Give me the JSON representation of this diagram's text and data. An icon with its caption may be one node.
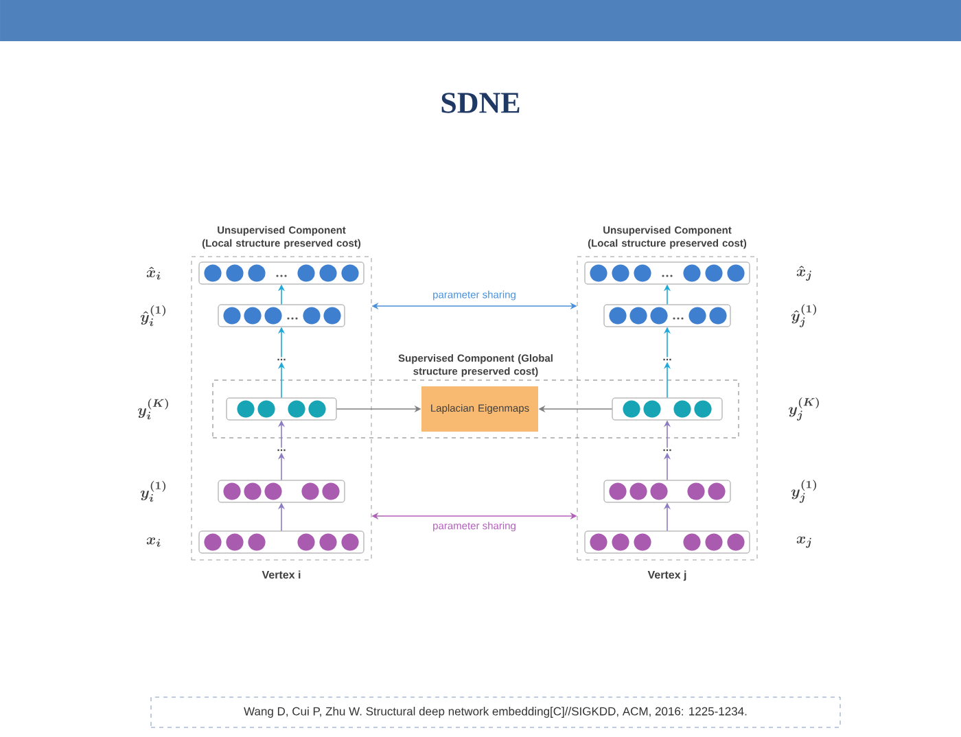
{
  "diagram": {
    "title": "SDNE",
    "caption": "Wang D, Cui P, Zhu W. Structural deep network embedding[C]//SIGKDD, ACM, 2016: 1225-1234.",
    "nodes": [
      {
        "text": [
          "Unsupervised Component (Local structure preserved cost)"
        ],
        "beside": [
          "Vertex i"
        ]
      },
      {
        "text": [
          "Unsupervised Component (Local structure preserved cost)"
        ],
        "beside": [
          "Vertex j"
        ]
      },
      {
        "text": [
          "Supervised Component (Global structure preserved cost)"
        ]
      },
      {
        "text": [
          "Laplacian Eigenmaps"
        ],
        "in": 2
      },
      {
        "text": [],
        "shape": "box",
        "in": 0
      },
      {
        "text": [],
        "shape": "box",
        "in": 0
      },
      {
        "text": [
          "..."
        ],
        "in": 0
      },
      {
        "text": [],
        "shape": "box"
      },
      {
        "text": [
          "..."
        ],
        "in": 0
      },
      {
        "text": [],
        "shape": "box",
        "in": 0
      },
      {
        "text": [],
        "shape": "box",
        "in": 0
      },
      {
        "text": [],
        "shape": "box",
        "in": 1
      },
      {
        "text": [],
        "shape": "box",
        "in": 1
      },
      {
        "text": [
          "..."
        ],
        "in": 1
      },
      {
        "text": [],
        "shape": "box"
      },
      {
        "text": [
          "..."
        ],
        "in": 1
      },
      {
        "text": [],
        "shape": "box",
        "in": 1
      },
      {
        "text": [],
        "shape": "box",
        "in": 1
      }
    ],
    "labels": [
      "\\hat{x}_i",
      "\\hat{x}_j",
      "\\hat{y}_i^{(1)}",
      "\\hat{y}_j^{(1)}",
      "y_i^{(K)}",
      "y_j^{(K)}",
      "y_i^{(1)}",
      "y_j^{(1)}",
      "x_i",
      "x_j"
    ],
    "edges": [
      {
        "from": 10,
        "to": 9,
        "arrow": "to",
        "color": "#8e7cc3"
      },
      {
        "from": 9,
        "to": 8,
        "arrow": "to",
        "color": "#8e7cc3"
      },
      {
        "from": 8,
        "to": 7,
        "arrow": "to",
        "color": "#8e7cc3"
      },
      {
        "from": 7,
        "to": 6,
        "arrow": "to",
        "color": "#1fa8d8"
      },
      {
        "from": 6,
        "to": 5,
        "arrow": "to",
        "color": "#1fa8d8"
      },
      {
        "from": 5,
        "to": 4,
        "arrow": "to",
        "color": "#1fa8d8"
      },
      {
        "from": 17,
        "to": 16,
        "arrow": "to",
        "color": "#8e7cc3"
      },
      {
        "from": 16,
        "to": 15,
        "arrow": "to",
        "color": "#8e7cc3"
      },
      {
        "from": 15,
        "to": 14,
        "arrow": "to",
        "color": "#8e7cc3"
      },
      {
        "from": 14,
        "to": 13,
        "arrow": "to",
        "color": "#1fa8d8"
      },
      {
        "from": 13,
        "to": 12,
        "arrow": "to",
        "color": "#1fa8d8"
      },
      {
        "from": 12,
        "to": 11,
        "arrow": "to",
        "color": "#1fa8d8"
      },
      {
        "from": 7,
        "to": 3,
        "arrow": "to"
      },
      {
        "from": 14,
        "to": 3,
        "arrow": "to"
      },
      {
        "from": 0,
        "to": 1,
        "arrow": "both",
        "label": "parameter sharing",
        "color": "#4a90d9"
      },
      {
        "from": 0,
        "to": 1,
        "arrow": "both",
        "label": "parameter sharing",
        "color": "#b060b8"
      }
    ]
  }
}
